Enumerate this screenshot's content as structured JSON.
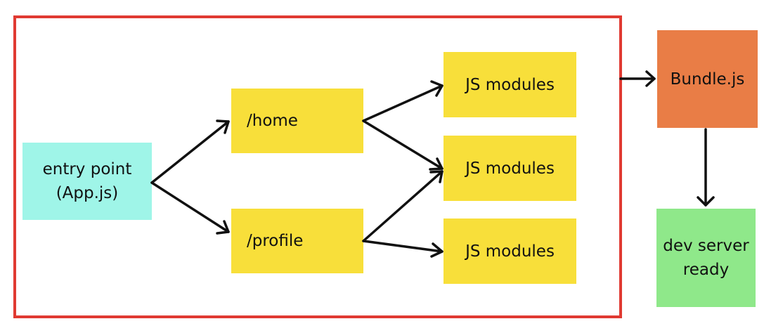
{
  "diagram": {
    "entry": {
      "line1": "entry point",
      "line2": "(App.js)"
    },
    "routes": {
      "home": "/home",
      "profile": "/profile"
    },
    "modules": [
      "JS modules",
      "JS modules",
      "JS modules"
    ],
    "bundle": "Bundle.js",
    "server": {
      "line1": "dev server",
      "line2": "ready"
    },
    "colors": {
      "frame": "#e03a32",
      "yellow": "#f8df3a",
      "cyan": "#9ff5e8",
      "orange": "#e97d46",
      "green": "#8fe88a"
    }
  }
}
